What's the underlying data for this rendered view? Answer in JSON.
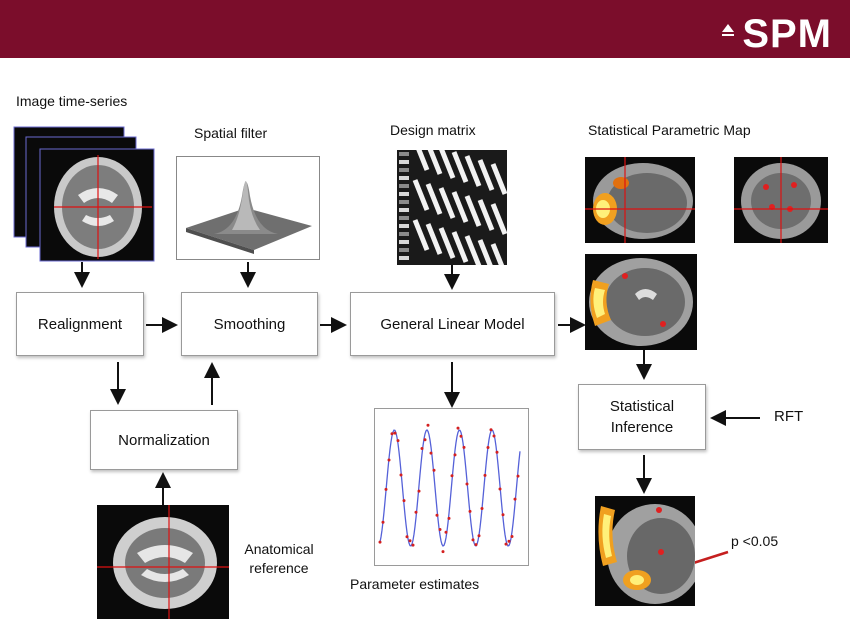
{
  "header": {
    "logo_text": "SPM",
    "banner_color": "#7b0d2b"
  },
  "labels": {
    "image_time_series": "Image time-series",
    "spatial_filter": "Spatial filter",
    "design_matrix": "Design matrix",
    "spm_map": "Statistical Parametric Map",
    "anatomical_reference": "Anatomical reference",
    "parameter_estimates": "Parameter estimates",
    "rft": "RFT",
    "p_value": "p <0.05"
  },
  "boxes": {
    "realignment": "Realignment",
    "smoothing": "Smoothing",
    "glm": "General Linear Model",
    "normalization": "Normalization",
    "inference": "Statistical Inference"
  }
}
